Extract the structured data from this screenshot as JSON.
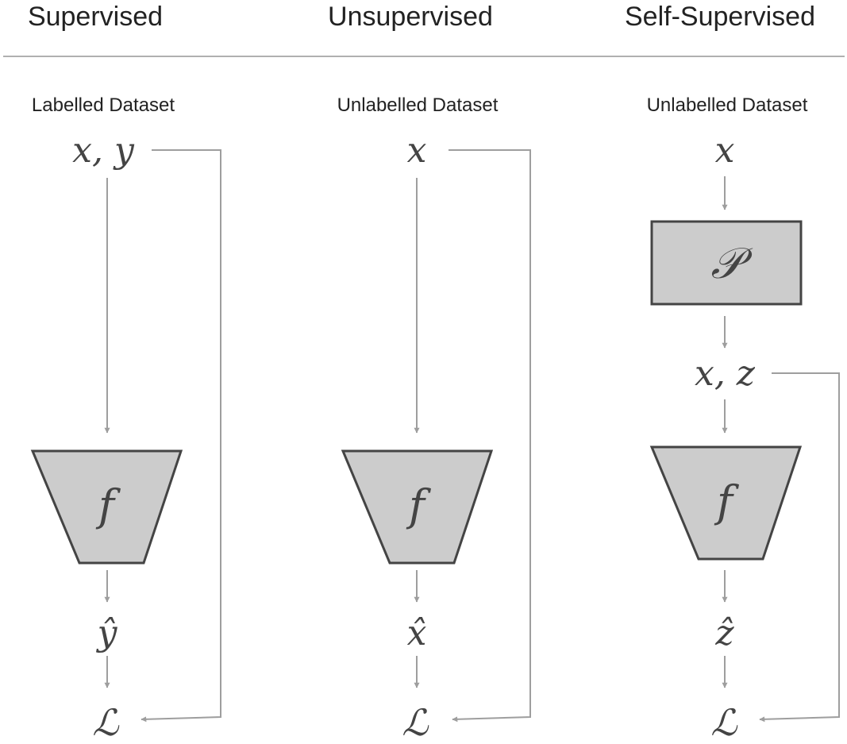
{
  "columns": [
    {
      "id": "supervised",
      "title": "Supervised",
      "dataset_label": "Labelled Dataset",
      "input": "x, y",
      "model": "f",
      "output": "ŷ",
      "loss": "ℒ"
    },
    {
      "id": "unsupervised",
      "title": "Unsupervised",
      "dataset_label": "Unlabelled Dataset",
      "input": "x",
      "model": "f",
      "output": "x̂",
      "loss": "ℒ"
    },
    {
      "id": "self-supervised",
      "title": "Self-Supervised",
      "dataset_label": "Unlabelled Dataset",
      "input": "x",
      "pretext": "𝒫",
      "pretext_output": "x, z",
      "model": "f",
      "output": "ẑ",
      "loss": "ℒ"
    }
  ],
  "colors": {
    "block_fill": "#cccccc",
    "block_stroke": "#444444",
    "arrow": "#9e9e9e",
    "text": "#222222",
    "math_text": "#444444"
  }
}
